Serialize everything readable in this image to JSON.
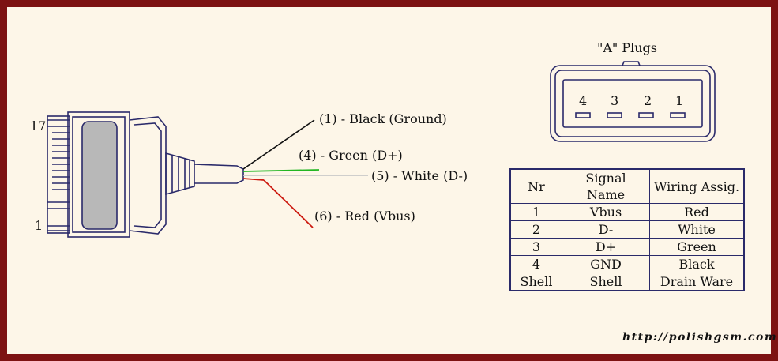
{
  "connector": {
    "pin_top": "17",
    "pin_bottom": "1"
  },
  "wires": {
    "black": "(1) - Black (Ground)",
    "green": "(4) - Green (D+)",
    "white": "(5) - White (D-)",
    "red": "(6) - Red (Vbus)"
  },
  "wire_colors": {
    "black": "#111111",
    "green": "#22b622",
    "white": "#c8c8c8",
    "red": "#cc1a10"
  },
  "plug": {
    "title": "\"A\" Plugs",
    "pins": [
      "4",
      "3",
      "2",
      "1"
    ]
  },
  "table": {
    "headers": [
      "Nr",
      "Signal Name",
      "Wiring Assig."
    ],
    "rows": [
      [
        "1",
        "Vbus",
        "Red"
      ],
      [
        "2",
        "D-",
        "White"
      ],
      [
        "3",
        "D+",
        "Green"
      ],
      [
        "4",
        "GND",
        "Black"
      ],
      [
        "Shell",
        "Shell",
        "Drain Ware"
      ]
    ]
  },
  "footer": {
    "url": "http://polishgsm.com"
  },
  "colors": {
    "frame": "#7d1212",
    "background": "#fdf6e8",
    "line": "#2a2a6a",
    "connector_fill": "#b8b8b8"
  }
}
